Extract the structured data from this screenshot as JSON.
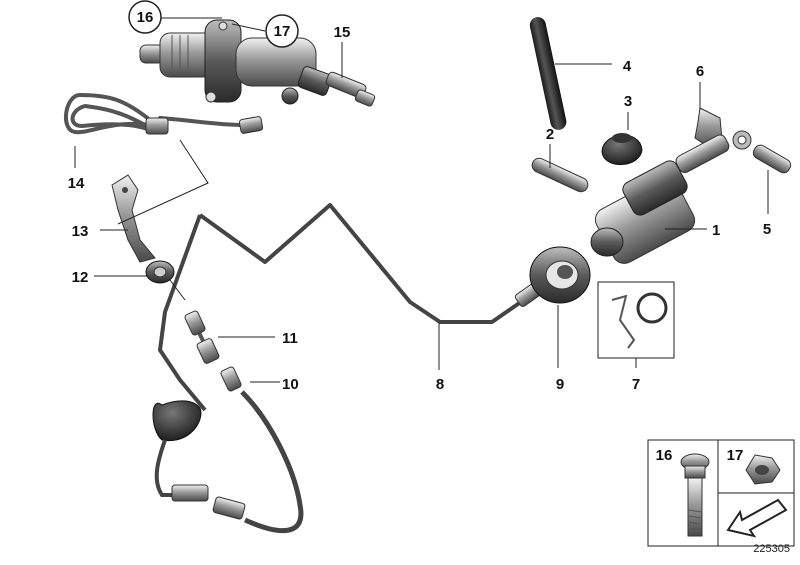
{
  "callouts": {
    "c1": "1",
    "c2": "2",
    "c3": "3",
    "c4": "4",
    "c5": "5",
    "c6": "6",
    "c7": "7",
    "c8": "8",
    "c9": "9",
    "c10": "10",
    "c11": "11",
    "c12": "12",
    "c13": "13",
    "c14": "14",
    "c15": "15",
    "c16": "16",
    "c17": "17"
  },
  "legend": {
    "box16": "16",
    "box17": "17"
  },
  "reference_number": "225305"
}
